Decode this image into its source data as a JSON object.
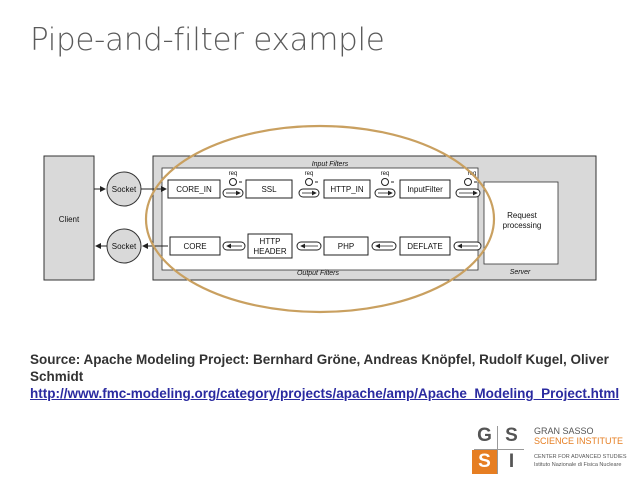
{
  "title": "Pipe-and-filter example",
  "diagram": {
    "client": "Client",
    "socket_in": "Socket",
    "socket_out": "Socket",
    "input_filters_label": "Input Filters",
    "output_filters_label": "Output Filters",
    "server_label": "Server",
    "request_processing_1": "Request",
    "request_processing_2": "processing",
    "req": "req",
    "input_filters": [
      "CORE_IN",
      "SSL",
      "HTTP_IN",
      "InputFilter"
    ],
    "output_filters": [
      "CORE",
      "HTTP",
      "HEADER",
      "PHP",
      "DEFLATE"
    ]
  },
  "source": {
    "text": "Source:  Apache Modeling Project:  Bernhard Gröne, Andreas Knöpfel, Rudolf Kugel, Oliver Schmidt",
    "url": "http://www.fmc-modeling.org/category/projects/apache/amp/Apache_Modeling_Project.html"
  },
  "logo": {
    "g": "G",
    "s1": "S",
    "s2": "S",
    "i": "I",
    "line1": "GRAN SASSO",
    "line2": "SCIENCE INSTITUTE",
    "line3": "CENTER FOR ADVANCED STUDIES",
    "line4": "Istituto Nazionale di Fisica Nucleare"
  },
  "colors": {
    "ellipse": "#c9a060",
    "logo_orange": "#e67e22"
  }
}
